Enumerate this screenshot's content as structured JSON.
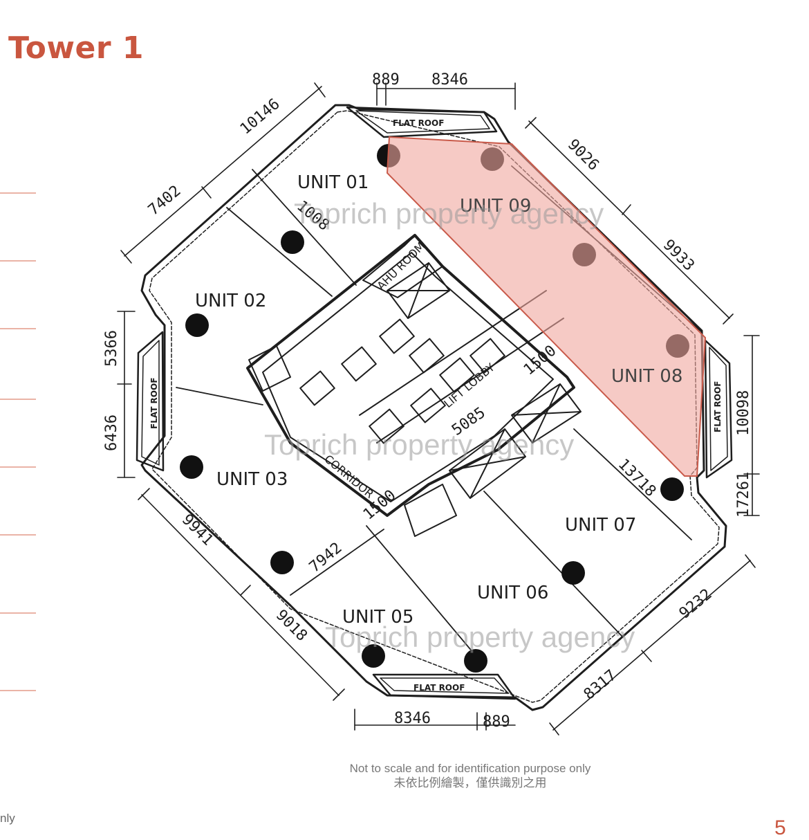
{
  "page": {
    "title": "Tower 1",
    "page_number": "5",
    "left_cut_text": "nly",
    "disclaimer_en": "Not to scale and for identification purpose only",
    "disclaimer_zh": "未依比例繪製，僅供識別之用"
  },
  "plan": {
    "units": [
      "UNIT 01",
      "UNIT 02",
      "UNIT 03",
      "UNIT 05",
      "UNIT 06",
      "UNIT 07",
      "UNIT 08",
      "UNIT 09"
    ],
    "highlighted_units": [
      "UNIT 08",
      "UNIT 09"
    ],
    "highlight_color": "#f0a79f",
    "flat_roof_label": "FLAT ROOF",
    "dimensions": {
      "top_889": "889",
      "top_8346": "8346",
      "d_10146": "10146",
      "d_7402": "7402",
      "d_9026": "9026",
      "d_9933": "9933",
      "d_5366": "5366",
      "d_6436": "6436",
      "d_10098": "10098",
      "d_17261": "17261",
      "d_9941": "9941",
      "d_9018": "9018",
      "d_8346_bottom": "8346",
      "d_889_bottom": "889",
      "d_8317": "8317",
      "d_9232": "9232",
      "d_13718": "13718",
      "d_7942": "7942",
      "d_1500_a": "1500",
      "d_1500_b": "1500",
      "d_5085": "5085",
      "d_1008": "1008"
    },
    "core_labels": {
      "lift_lobby": "LIFT LOBBY",
      "corridor": "CORRIDOR",
      "ahu_room": "AHU ROOM"
    },
    "watermark": "Toprich property agency"
  }
}
